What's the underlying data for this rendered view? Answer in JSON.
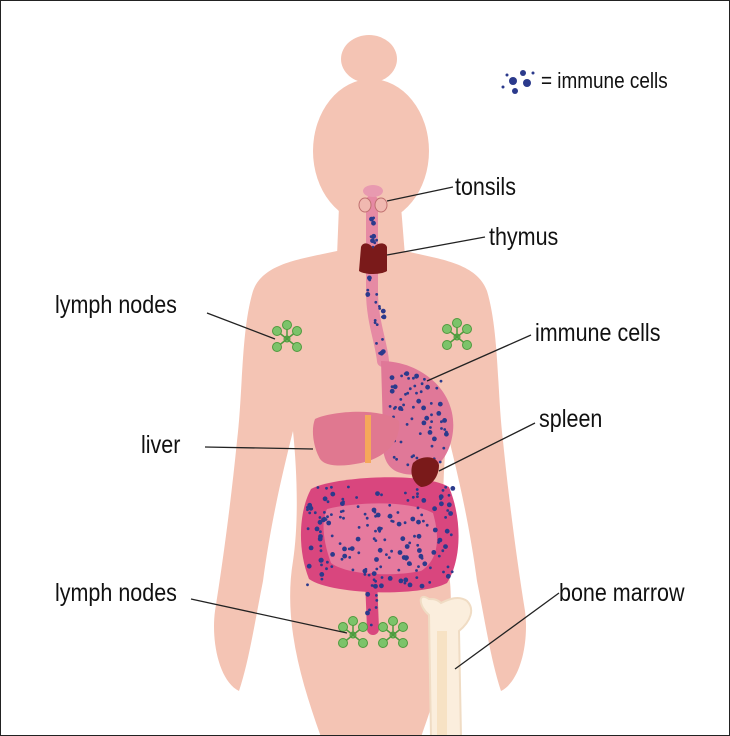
{
  "legend": {
    "icon": "immune-cells-dots-icon",
    "text": "= immune cells"
  },
  "labels": {
    "tonsils": "tonsils",
    "thymus": "thymus",
    "lymph_nodes_upper": "lymph nodes",
    "immune_cells": "immune cells",
    "liver": "liver",
    "spleen": "spleen",
    "lymph_nodes_lower": "lymph nodes",
    "bone_marrow": "bone marrow"
  },
  "colors": {
    "body": "#f4c4b4",
    "gut": "#d9467e",
    "cells": "#2b3a8c",
    "liver": "#e07890",
    "organs_dark": "#7a1a1a",
    "lymph": "#7cc36a",
    "bone": "#fbeedd"
  }
}
